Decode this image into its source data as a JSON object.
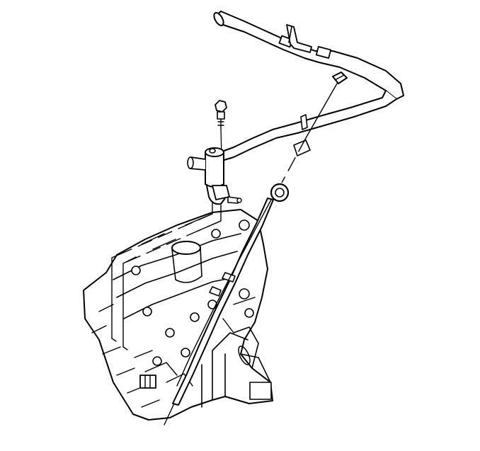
{
  "figure": {
    "kind": "line-drawing",
    "colors": {
      "ink": "#000000",
      "paper": "#ffffff"
    },
    "parts": [
      "heater-outlet-tube",
      "tube-bracket",
      "tube-grommet",
      "bolt",
      "water-pump-outlet-fitting",
      "fitting-bracket",
      "oil-level-dipstick",
      "dipstick-tube",
      "engine-block"
    ]
  }
}
